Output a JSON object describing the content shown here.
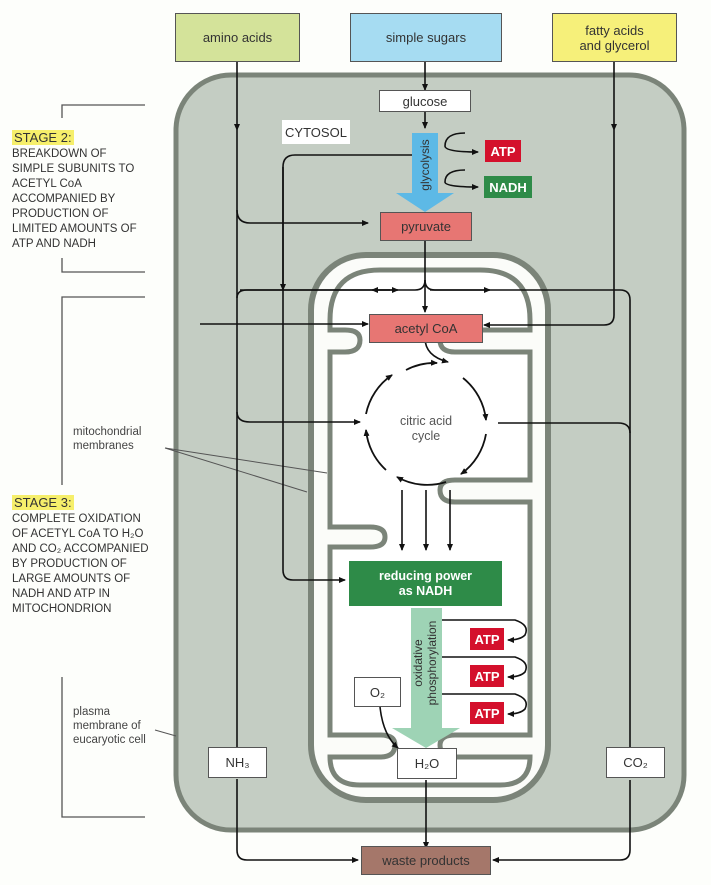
{
  "inputs": {
    "amino_acids": "amino acids",
    "simple_sugars": "simple sugars",
    "fatty_acids": "fatty acids and glycerol"
  },
  "cytosol_label": "CYTOSOL",
  "glucose": "glucose",
  "glycolysis": "glycolysis",
  "glycolysis_products": [
    "ATP",
    "NADH"
  ],
  "pyruvate": "pyruvate",
  "acetyl_coa": "acetyl CoA",
  "citric_acid_cycle": "citric acid cycle",
  "reducing_power": "reducing power as NADH",
  "oxidative_phosphorylation": "oxidative phosphorylation",
  "oxphos_products": [
    "ATP",
    "ATP",
    "ATP"
  ],
  "o2": "O₂",
  "h2o": "H₂O",
  "nh3": "NH₃",
  "co2": "CO₂",
  "waste_products": "waste products",
  "stage2": {
    "title": "STAGE 2:",
    "text": "BREAKDOWN OF SIMPLE SUBUNITS TO ACETYL CoA ACCOMPANIED BY PRODUCTION OF LIMITED AMOUNTS OF ATP AND NADH"
  },
  "stage3": {
    "title": "STAGE 3:",
    "text": "COMPLETE OXIDATION OF ACETYL CoA TO H₂O AND CO₂ ACCOMPANIED BY PRODUCTION OF LARGE AMOUNTS OF NADH AND ATP IN MITOCHONDRION"
  },
  "labels": {
    "mitochondrial_membranes": "mitochondrial membranes",
    "plasma_membrane": "plasma membrane of eucaryotic cell"
  },
  "colors": {
    "cell": "#c4cdc3",
    "membrane": "#7b8479",
    "amino_acids": "#d4e39a",
    "simple_sugars": "#a6dcf2",
    "fatty_acids": "#f6f07a",
    "pink": "#e77673",
    "atp": "#d4102c",
    "nadh": "#2e8b48",
    "waste": "#a5776a"
  }
}
